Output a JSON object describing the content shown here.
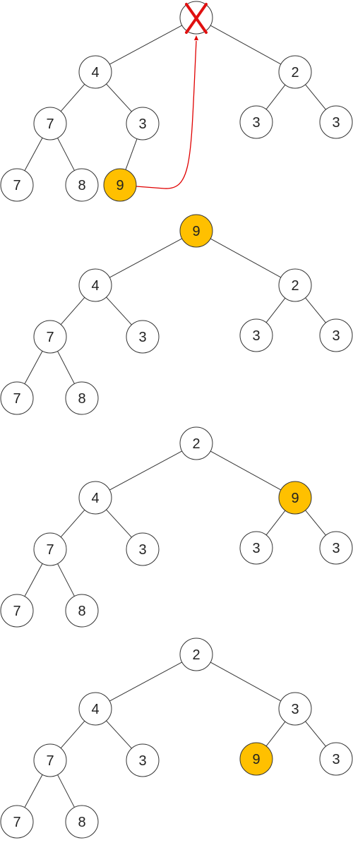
{
  "colors": {
    "default_fill": "#ffffff",
    "highlight_fill": "#ffc000",
    "arrow": "#e00000"
  },
  "trees": [
    {
      "step": 1,
      "root_removed": true,
      "nodes": [
        {
          "id": "root",
          "label": "",
          "highlight": false,
          "removed": true
        },
        {
          "id": "l",
          "label": "4"
        },
        {
          "id": "r",
          "label": "2"
        },
        {
          "id": "ll",
          "label": "7"
        },
        {
          "id": "lr",
          "label": "3"
        },
        {
          "id": "rl",
          "label": "3"
        },
        {
          "id": "rr",
          "label": "3"
        },
        {
          "id": "lll",
          "label": "7"
        },
        {
          "id": "llr",
          "label": "8"
        },
        {
          "id": "lrl",
          "label": "9",
          "highlight": true
        }
      ],
      "edges": [
        [
          "root",
          "l"
        ],
        [
          "root",
          "r"
        ],
        [
          "l",
          "ll"
        ],
        [
          "l",
          "lr"
        ],
        [
          "r",
          "rl"
        ],
        [
          "r",
          "rr"
        ],
        [
          "ll",
          "lll"
        ],
        [
          "ll",
          "llr"
        ],
        [
          "lr",
          "lrl"
        ]
      ],
      "arrow": {
        "from": "lrl",
        "to": "root"
      }
    },
    {
      "step": 2,
      "nodes": [
        {
          "id": "root",
          "label": "9",
          "highlight": true
        },
        {
          "id": "l",
          "label": "4"
        },
        {
          "id": "r",
          "label": "2"
        },
        {
          "id": "ll",
          "label": "7"
        },
        {
          "id": "lr",
          "label": "3"
        },
        {
          "id": "rl",
          "label": "3"
        },
        {
          "id": "rr",
          "label": "3"
        },
        {
          "id": "lll",
          "label": "7"
        },
        {
          "id": "llr",
          "label": "8"
        }
      ],
      "edges": [
        [
          "root",
          "l"
        ],
        [
          "root",
          "r"
        ],
        [
          "l",
          "ll"
        ],
        [
          "l",
          "lr"
        ],
        [
          "r",
          "rl"
        ],
        [
          "r",
          "rr"
        ],
        [
          "ll",
          "lll"
        ],
        [
          "ll",
          "llr"
        ]
      ]
    },
    {
      "step": 3,
      "nodes": [
        {
          "id": "root",
          "label": "2"
        },
        {
          "id": "l",
          "label": "4"
        },
        {
          "id": "r",
          "label": "9",
          "highlight": true
        },
        {
          "id": "ll",
          "label": "7"
        },
        {
          "id": "lr",
          "label": "3"
        },
        {
          "id": "rl",
          "label": "3"
        },
        {
          "id": "rr",
          "label": "3"
        },
        {
          "id": "lll",
          "label": "7"
        },
        {
          "id": "llr",
          "label": "8"
        }
      ],
      "edges": [
        [
          "root",
          "l"
        ],
        [
          "root",
          "r"
        ],
        [
          "l",
          "ll"
        ],
        [
          "l",
          "lr"
        ],
        [
          "r",
          "rl"
        ],
        [
          "r",
          "rr"
        ],
        [
          "ll",
          "lll"
        ],
        [
          "ll",
          "llr"
        ]
      ]
    },
    {
      "step": 4,
      "nodes": [
        {
          "id": "root",
          "label": "2"
        },
        {
          "id": "l",
          "label": "4"
        },
        {
          "id": "r",
          "label": "3"
        },
        {
          "id": "ll",
          "label": "7"
        },
        {
          "id": "lr",
          "label": "3"
        },
        {
          "id": "rl",
          "label": "9",
          "highlight": true
        },
        {
          "id": "rr",
          "label": "3"
        },
        {
          "id": "lll",
          "label": "7"
        },
        {
          "id": "llr",
          "label": "8"
        }
      ],
      "edges": [
        [
          "root",
          "l"
        ],
        [
          "root",
          "r"
        ],
        [
          "l",
          "ll"
        ],
        [
          "l",
          "lr"
        ],
        [
          "r",
          "rl"
        ],
        [
          "r",
          "rr"
        ],
        [
          "ll",
          "lll"
        ],
        [
          "ll",
          "llr"
        ]
      ]
    }
  ]
}
